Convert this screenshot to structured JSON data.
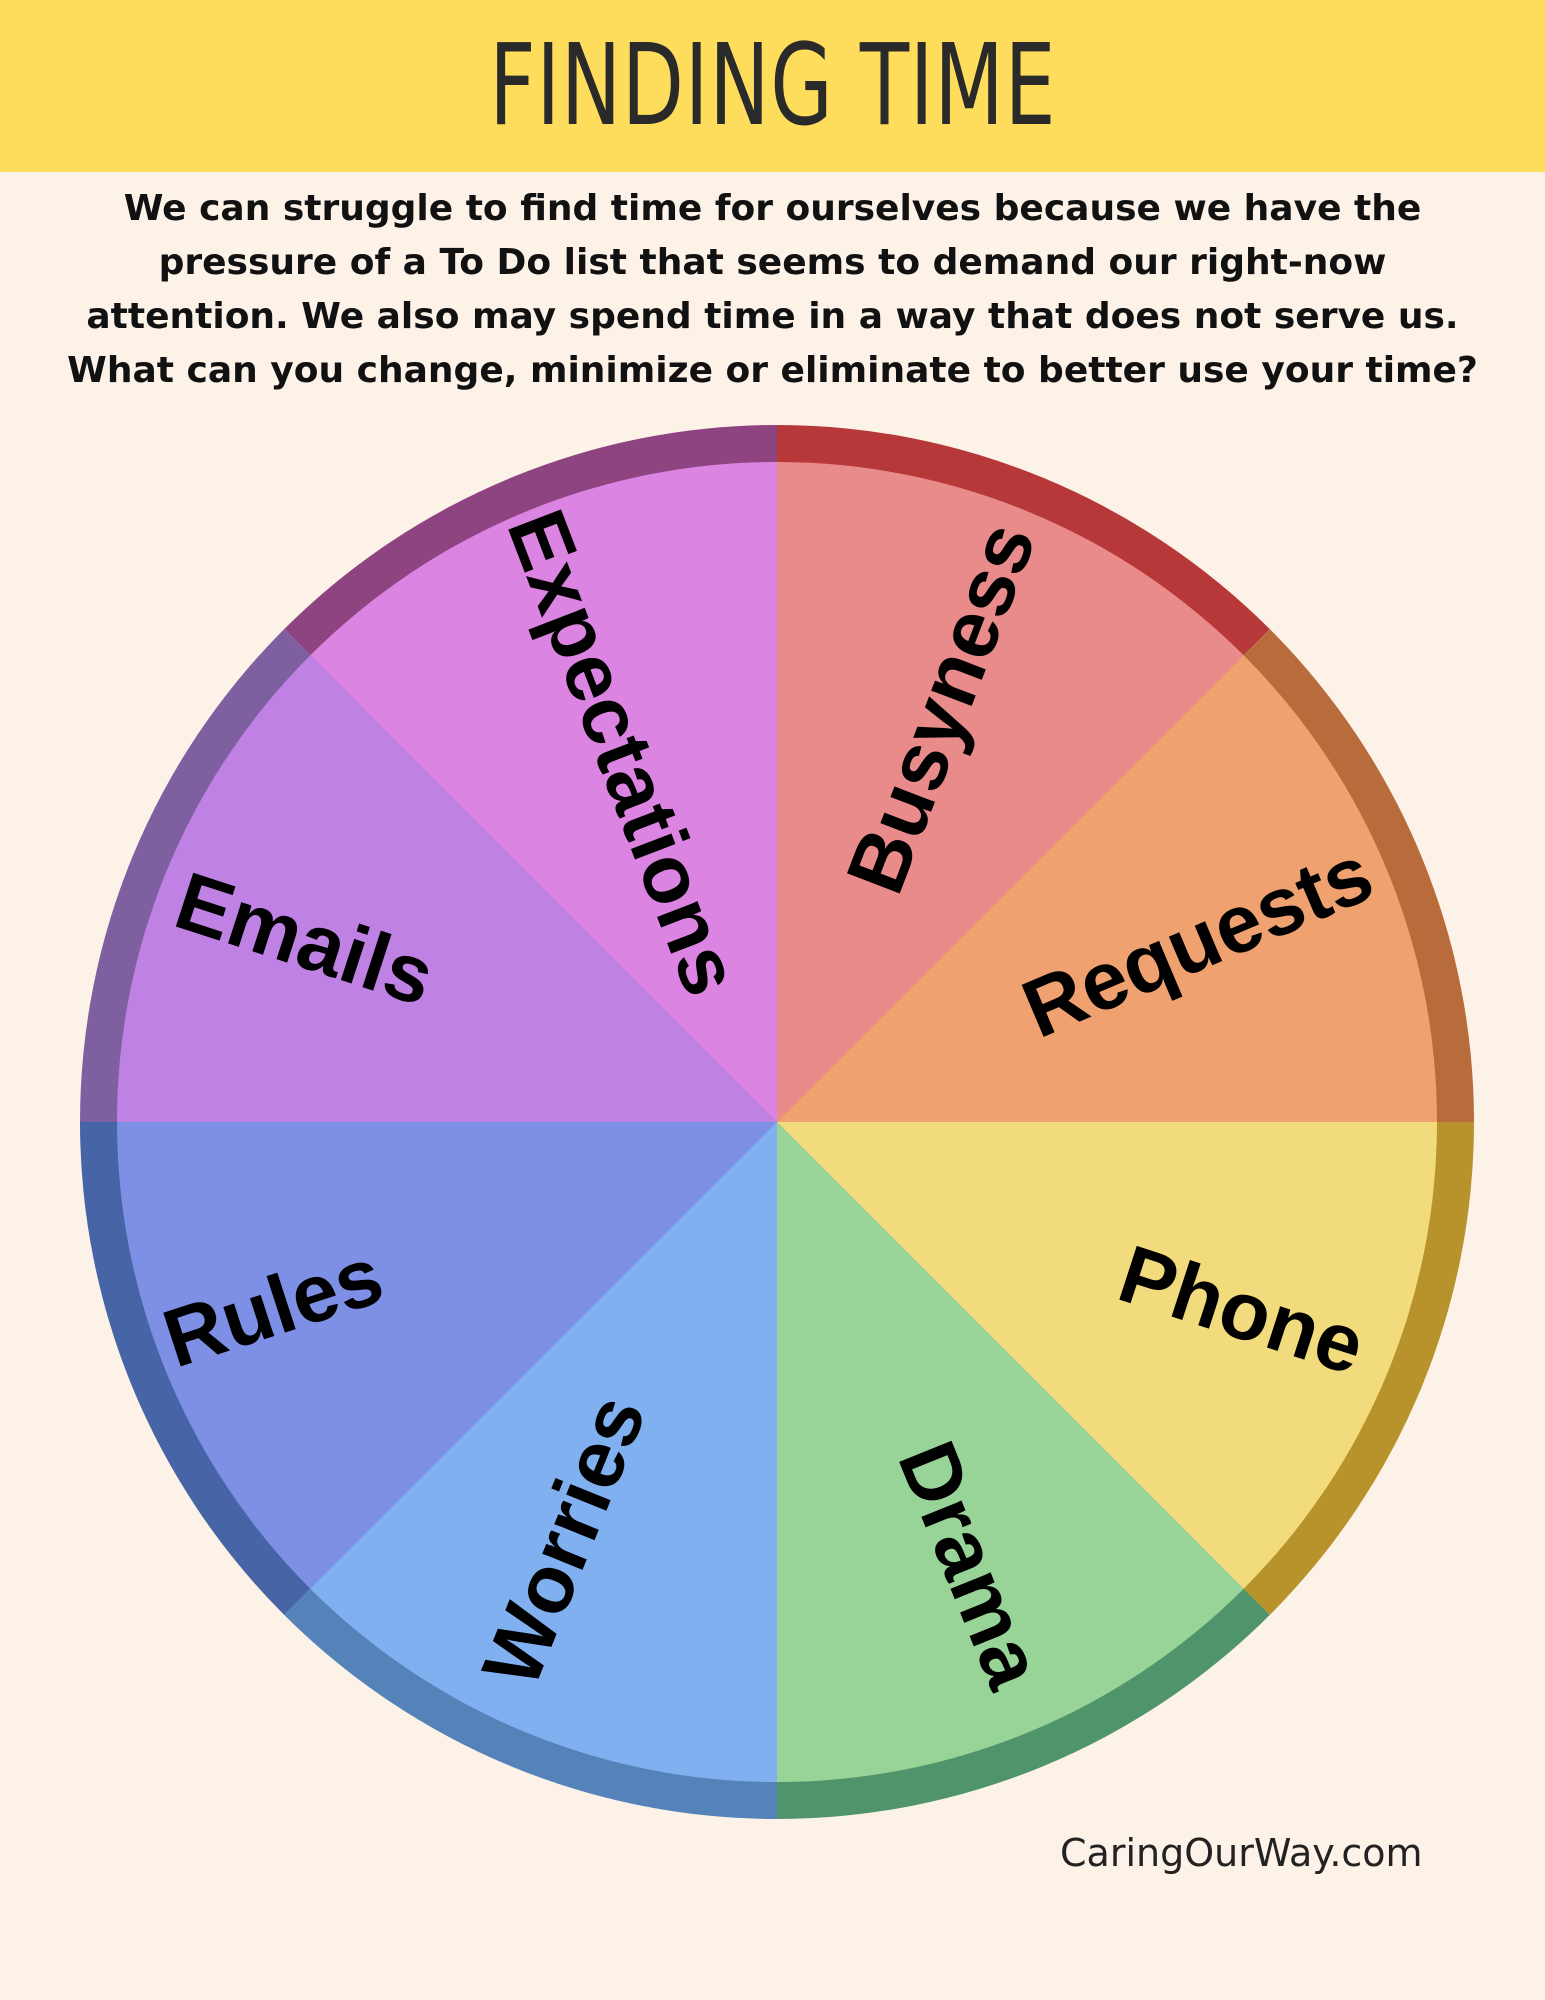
{
  "header": {
    "title": "FINDING TIME",
    "background": "#ffdd5c"
  },
  "intro": {
    "lines": [
      "We can struggle to find time for ourselves because we have the",
      "pressure of a To Do list that seems to demand our right-now",
      "attention. We also may spend time in a way that does not serve us.",
      "What can you change, minimize or eliminate to better use your time?"
    ]
  },
  "wheel": {
    "segments": [
      {
        "label": "Busyness",
        "fill": "#ea8b8b",
        "rim": "#b73838"
      },
      {
        "label": "Requests",
        "fill": "#efa170",
        "rim": "#b86c3c"
      },
      {
        "label": "Phone",
        "fill": "#f2db7c",
        "rim": "#b8922a"
      },
      {
        "label": "Drama",
        "fill": "#98d498",
        "rim": "#4f946a"
      },
      {
        "label": "Worries",
        "fill": "#80b0f0",
        "rim": "#5583b9"
      },
      {
        "label": "Rules",
        "fill": "#7d90e6",
        "rim": "#4764a7"
      },
      {
        "label": "Emails",
        "fill": "#bf82e4",
        "rim": "#7e5f9f"
      },
      {
        "label": "Expectations",
        "fill": "#db84e1",
        "rim": "#8f4482"
      }
    ]
  },
  "footer": {
    "credit": "CaringOurWay.com"
  }
}
